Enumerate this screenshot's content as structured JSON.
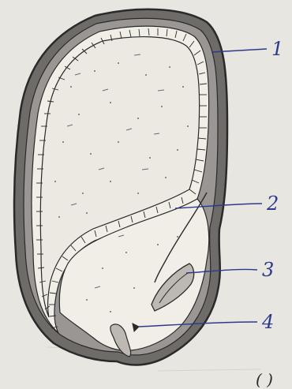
{
  "diagram": {
    "labels": [
      {
        "id": "1",
        "text": "1"
      },
      {
        "id": "2",
        "text": "2"
      },
      {
        "id": "3",
        "text": "3"
      },
      {
        "id": "4",
        "text": "4"
      }
    ],
    "corner_mark": "( )",
    "colors": {
      "paper": "#e8e6e1",
      "outline": "#2a2a2a",
      "seed_coat_fill": "#6e6b68",
      "endosperm_fill": "#ece9e2",
      "label_ink": "#2d3a8c"
    }
  }
}
